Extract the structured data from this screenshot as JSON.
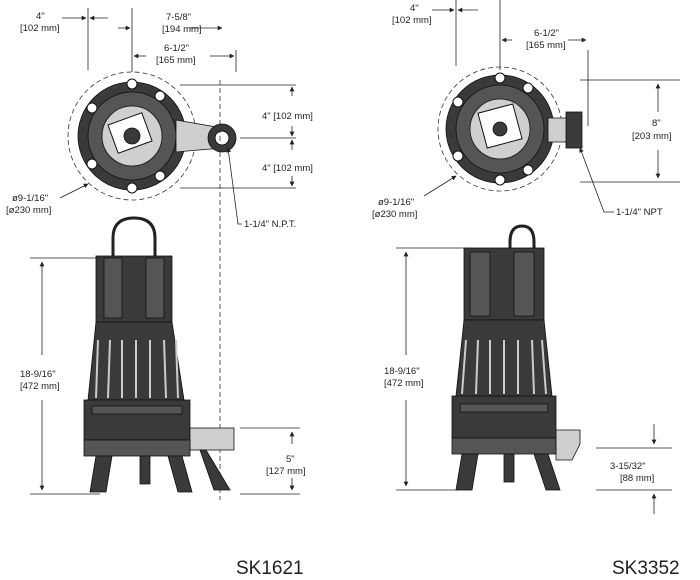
{
  "left": {
    "model": "SK1621",
    "dims": {
      "w4_in": "4\"",
      "w4_mm": "[102 mm]",
      "w758_in": "7-5/8\"",
      "w758_mm": "[194 mm]",
      "w612_in": "6-1/2\"",
      "w612_mm": "[165 mm]",
      "h4a": "4\" [102 mm]",
      "h4b": "4\" [102 mm]",
      "dia_in": "ø9-1/16\"",
      "dia_mm": "[ø230 mm]",
      "npt": "1-1/4\" N.P.T.",
      "height_in": "18-9/16\"",
      "height_mm": "[472 mm]",
      "base_in": "5\"",
      "base_mm": "[127 mm]"
    }
  },
  "right": {
    "model": "SK3352",
    "dims": {
      "w4_in": "4\"",
      "w4_mm": "[102 mm]",
      "w612_in": "6-1/2\"",
      "w612_mm": "[165 mm]",
      "h8_in": "8\"",
      "h8_mm": "[203 mm]",
      "dia_in": "ø9-1/16\"",
      "dia_mm": "[ø230 mm]",
      "npt": "1-1/4\" NPT",
      "height_in": "18-9/16\"",
      "height_mm": "[472 mm]",
      "base_in": "3-15/32\"",
      "base_mm": "[88 mm]"
    }
  }
}
